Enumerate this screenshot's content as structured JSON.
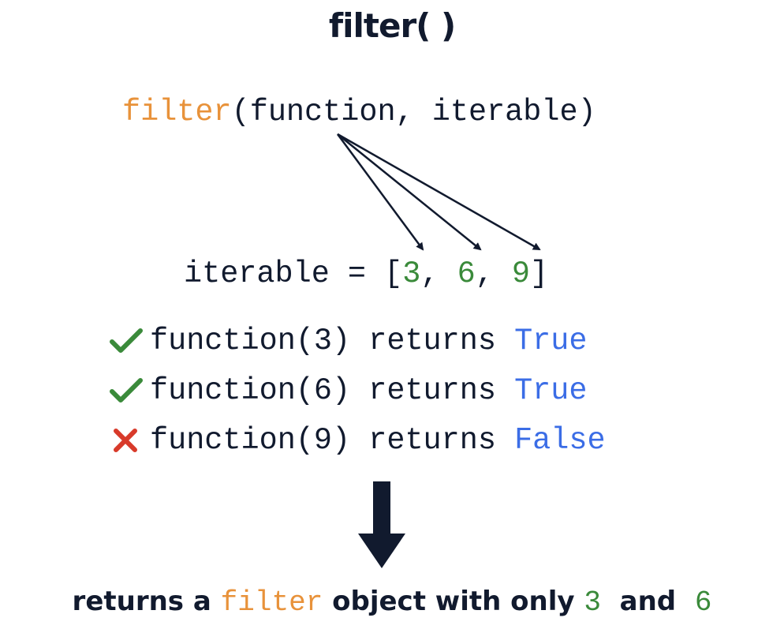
{
  "title": "filter( )",
  "signature": {
    "func_name": "filter",
    "args": "(function, iterable)"
  },
  "iterable": {
    "prefix": "iterable = [",
    "items": [
      "3",
      "6",
      "9"
    ],
    "sep": ", ",
    "suffix": "]"
  },
  "results": [
    {
      "status": "pass",
      "status_color": "#3a8a3a",
      "call": "function(3) returns ",
      "value": "True"
    },
    {
      "status": "pass",
      "status_color": "#3a8a3a",
      "call": "function(6) returns ",
      "value": "True"
    },
    {
      "status": "fail",
      "status_color": "#d83a2a",
      "call": "function(9) returns ",
      "value": "False"
    }
  ],
  "bottom": {
    "part1": "returns a ",
    "keyword": "filter",
    "part2": " object with only ",
    "val1": "3",
    "part3": "  and  ",
    "val2": "6"
  },
  "colors": {
    "text": "#111a2e",
    "keyword": "#e8923a",
    "number": "#3a8a3a",
    "boolean": "#3b6de6",
    "fail": "#d83a2a"
  }
}
